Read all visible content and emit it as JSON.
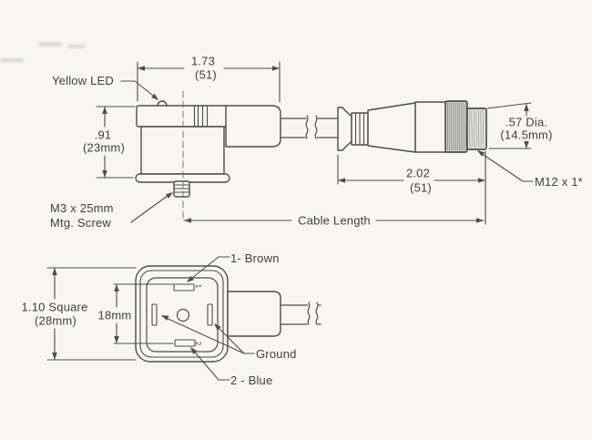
{
  "drawing_type": "connector-cable technical drawing",
  "colors": {
    "background": "#f7f6f2",
    "line": "#4e4d49",
    "text": "#403f3b",
    "knurl_fill": "#cfceca",
    "thread_fill": "#e4e3de"
  },
  "side_view": {
    "led_label": "Yellow LED",
    "mounting_screw_label_line1": "M3 x 25mm",
    "mounting_screw_label_line2": "Mtg. Screw",
    "thread_label": "M12 x 1*",
    "dim_width": {
      "inches": "1.73",
      "mm": "(51)"
    },
    "dim_height": {
      "inches": ".91",
      "mm": "(23mm)"
    },
    "dim_m12_length": {
      "inches": "2.02",
      "mm": "(51)"
    },
    "dim_m12_diameter": {
      "inches": ".57 Dia.",
      "mm": "(14.5mm)"
    },
    "dim_cable_label": "Cable Length"
  },
  "face_view": {
    "pin1_label": "1- Brown",
    "pin2_label": "2 - Blue",
    "ground_label": "Ground",
    "pin1_mark": "1",
    "pin2_mark": "2",
    "dim_outer_line1": "1.10 Square",
    "dim_outer_line2": "(28mm)",
    "dim_inner": "18mm"
  }
}
